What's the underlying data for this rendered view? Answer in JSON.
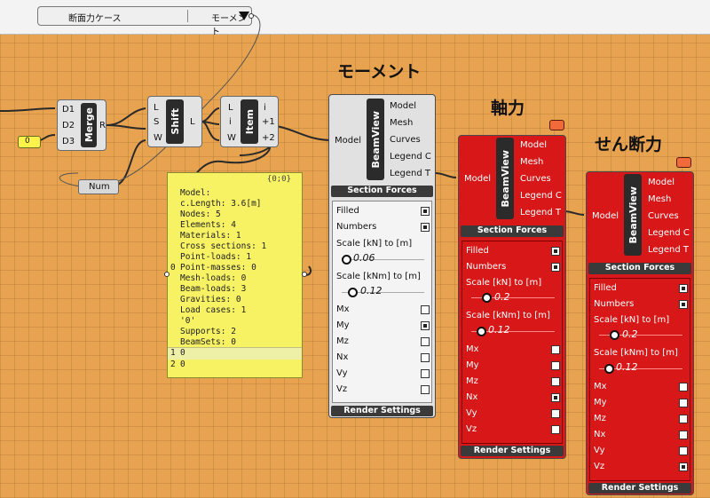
{
  "value_list": {
    "label": "断面力ケース",
    "selected": "モーメント"
  },
  "slider": {
    "value": "0"
  },
  "num": {
    "label": "Num"
  },
  "merge": {
    "inputs": [
      "D1",
      "D2",
      "D3"
    ],
    "name": "Merge",
    "output": "R"
  },
  "shift": {
    "inputs": [
      "L",
      "S",
      "W"
    ],
    "name": "Shift",
    "output": "L"
  },
  "item": {
    "inputs": [
      "L",
      "i",
      "W"
    ],
    "name": "Item",
    "outputs": [
      "i",
      "+1",
      "+2"
    ]
  },
  "panel_text": {
    "header": "{0;0}",
    "lines": [
      "Model:",
      "c.Length: 3.6[m]",
      "Nodes: 5",
      "Elements: 4",
      "Materials: 1",
      "Cross sections: 1",
      "Point-loads: 1",
      "Point-masses: 0",
      "Mesh-loads: 0",
      "Beam-loads: 3",
      "Gravities: 0",
      "Load cases: 1",
      "    '0'",
      "Supports: 2",
      "BeamSets: 0"
    ],
    "index0": "0",
    "row1_idx": "1",
    "row1_val": "0",
    "row2_idx": "2",
    "row2_val": "0"
  },
  "titles": {
    "moment": "モーメント",
    "axial": "軸力",
    "shear": "せん断力"
  },
  "beamview_common": {
    "name": "BeamView",
    "input": "Model",
    "outputs": [
      "Model",
      "Mesh",
      "Curves",
      "Legend C",
      "Legend T"
    ],
    "section_forces": "Section Forces",
    "render_settings": "Render Settings",
    "filled": "Filled",
    "numbers": "Numbers",
    "scale_kn": "Scale [kN] to [m]",
    "scale_knm": "Scale [kNm] to [m]",
    "forces": [
      "Mx",
      "My",
      "Mz",
      "Nx",
      "Vy",
      "Vz"
    ]
  },
  "bv1": {
    "scale_kn_val": "0.06",
    "scale_knm_val": "0.12",
    "checked": [
      false,
      true,
      false,
      false,
      false,
      false
    ]
  },
  "bv2": {
    "scale_kn_val": "0.2",
    "scale_knm_val": "0.12",
    "checked": [
      false,
      false,
      false,
      true,
      false,
      false
    ]
  },
  "bv3": {
    "scale_kn_val": "0.2",
    "scale_knm_val": "0.12",
    "checked": [
      false,
      false,
      false,
      false,
      false,
      true
    ]
  },
  "colors": {
    "canvas": "#e7a350",
    "grey_component": "#e1e1e1",
    "red_component": "#d81818",
    "panel_yellow": "#f7f164"
  }
}
